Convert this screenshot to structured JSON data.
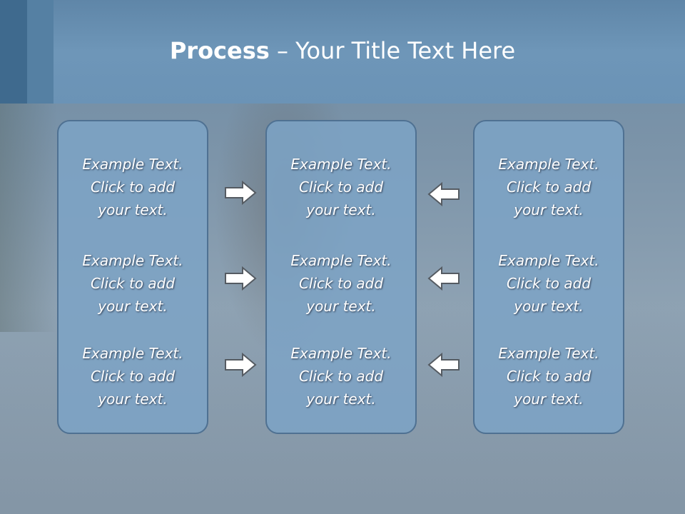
{
  "slide": {
    "title_bold": "Process",
    "title_rest": " – Your Title Text Here"
  },
  "columns": [
    {
      "items": [
        {
          "l1": "Example Text.",
          "l2": "Click  to add",
          "l3": "your text."
        },
        {
          "l1": "Example Text.",
          "l2": "Click  to add",
          "l3": "your text."
        },
        {
          "l1": "Example Text.",
          "l2": "Click  to add",
          "l3": "your text."
        }
      ]
    },
    {
      "items": [
        {
          "l1": "Example Text.",
          "l2": "Click  to add",
          "l3": "your text."
        },
        {
          "l1": "Example Text.",
          "l2": "Click  to add",
          "l3": "your text."
        },
        {
          "l1": "Example Text.",
          "l2": "Click  to add",
          "l3": "your text."
        }
      ]
    },
    {
      "items": [
        {
          "l1": "Example Text.",
          "l2": "Click  to add",
          "l3": "your text."
        },
        {
          "l1": "Example Text.",
          "l2": "Click  to add",
          "l3": "your text."
        },
        {
          "l1": "Example Text.",
          "l2": "Click  to add",
          "l3": "your text."
        }
      ]
    }
  ],
  "arrows": {
    "left_group": "arrow-right-icon",
    "right_group": "arrow-left-icon"
  },
  "colors": {
    "header": "#6b93b6",
    "box_fill": "#7da3c5",
    "box_border": "#4f7192",
    "text": "#ffffff"
  }
}
